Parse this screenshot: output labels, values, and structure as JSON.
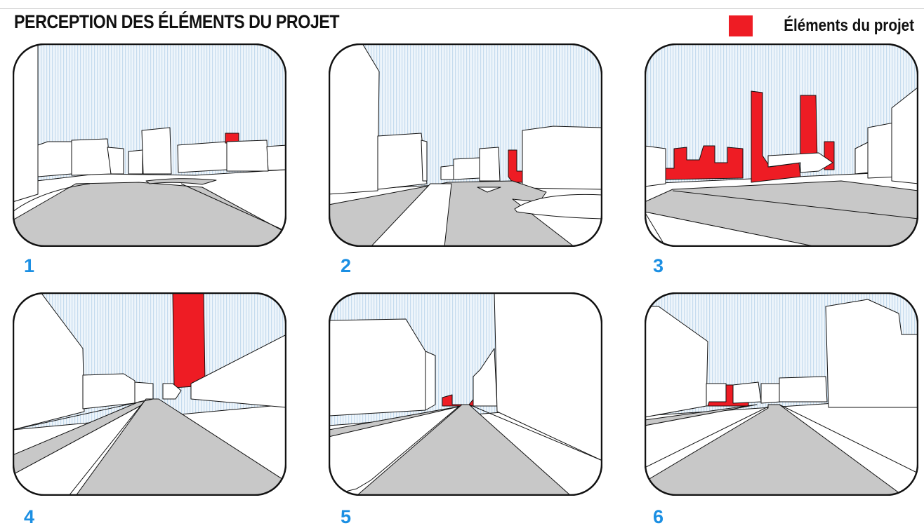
{
  "header": {
    "title": "PERCEPTION DES ÉLÉMENTS DU PROJET"
  },
  "legend": {
    "label": "Éléments du projet",
    "color": "#ee1c24"
  },
  "colors": {
    "accent": "#1b8fe3",
    "project": "#ee1c24",
    "road": "#c8c8c8",
    "sky": "#e4eff8",
    "stroke": "#111111"
  },
  "views": [
    {
      "number": "1"
    },
    {
      "number": "2"
    },
    {
      "number": "3"
    },
    {
      "number": "4"
    },
    {
      "number": "5"
    },
    {
      "number": "6"
    }
  ]
}
